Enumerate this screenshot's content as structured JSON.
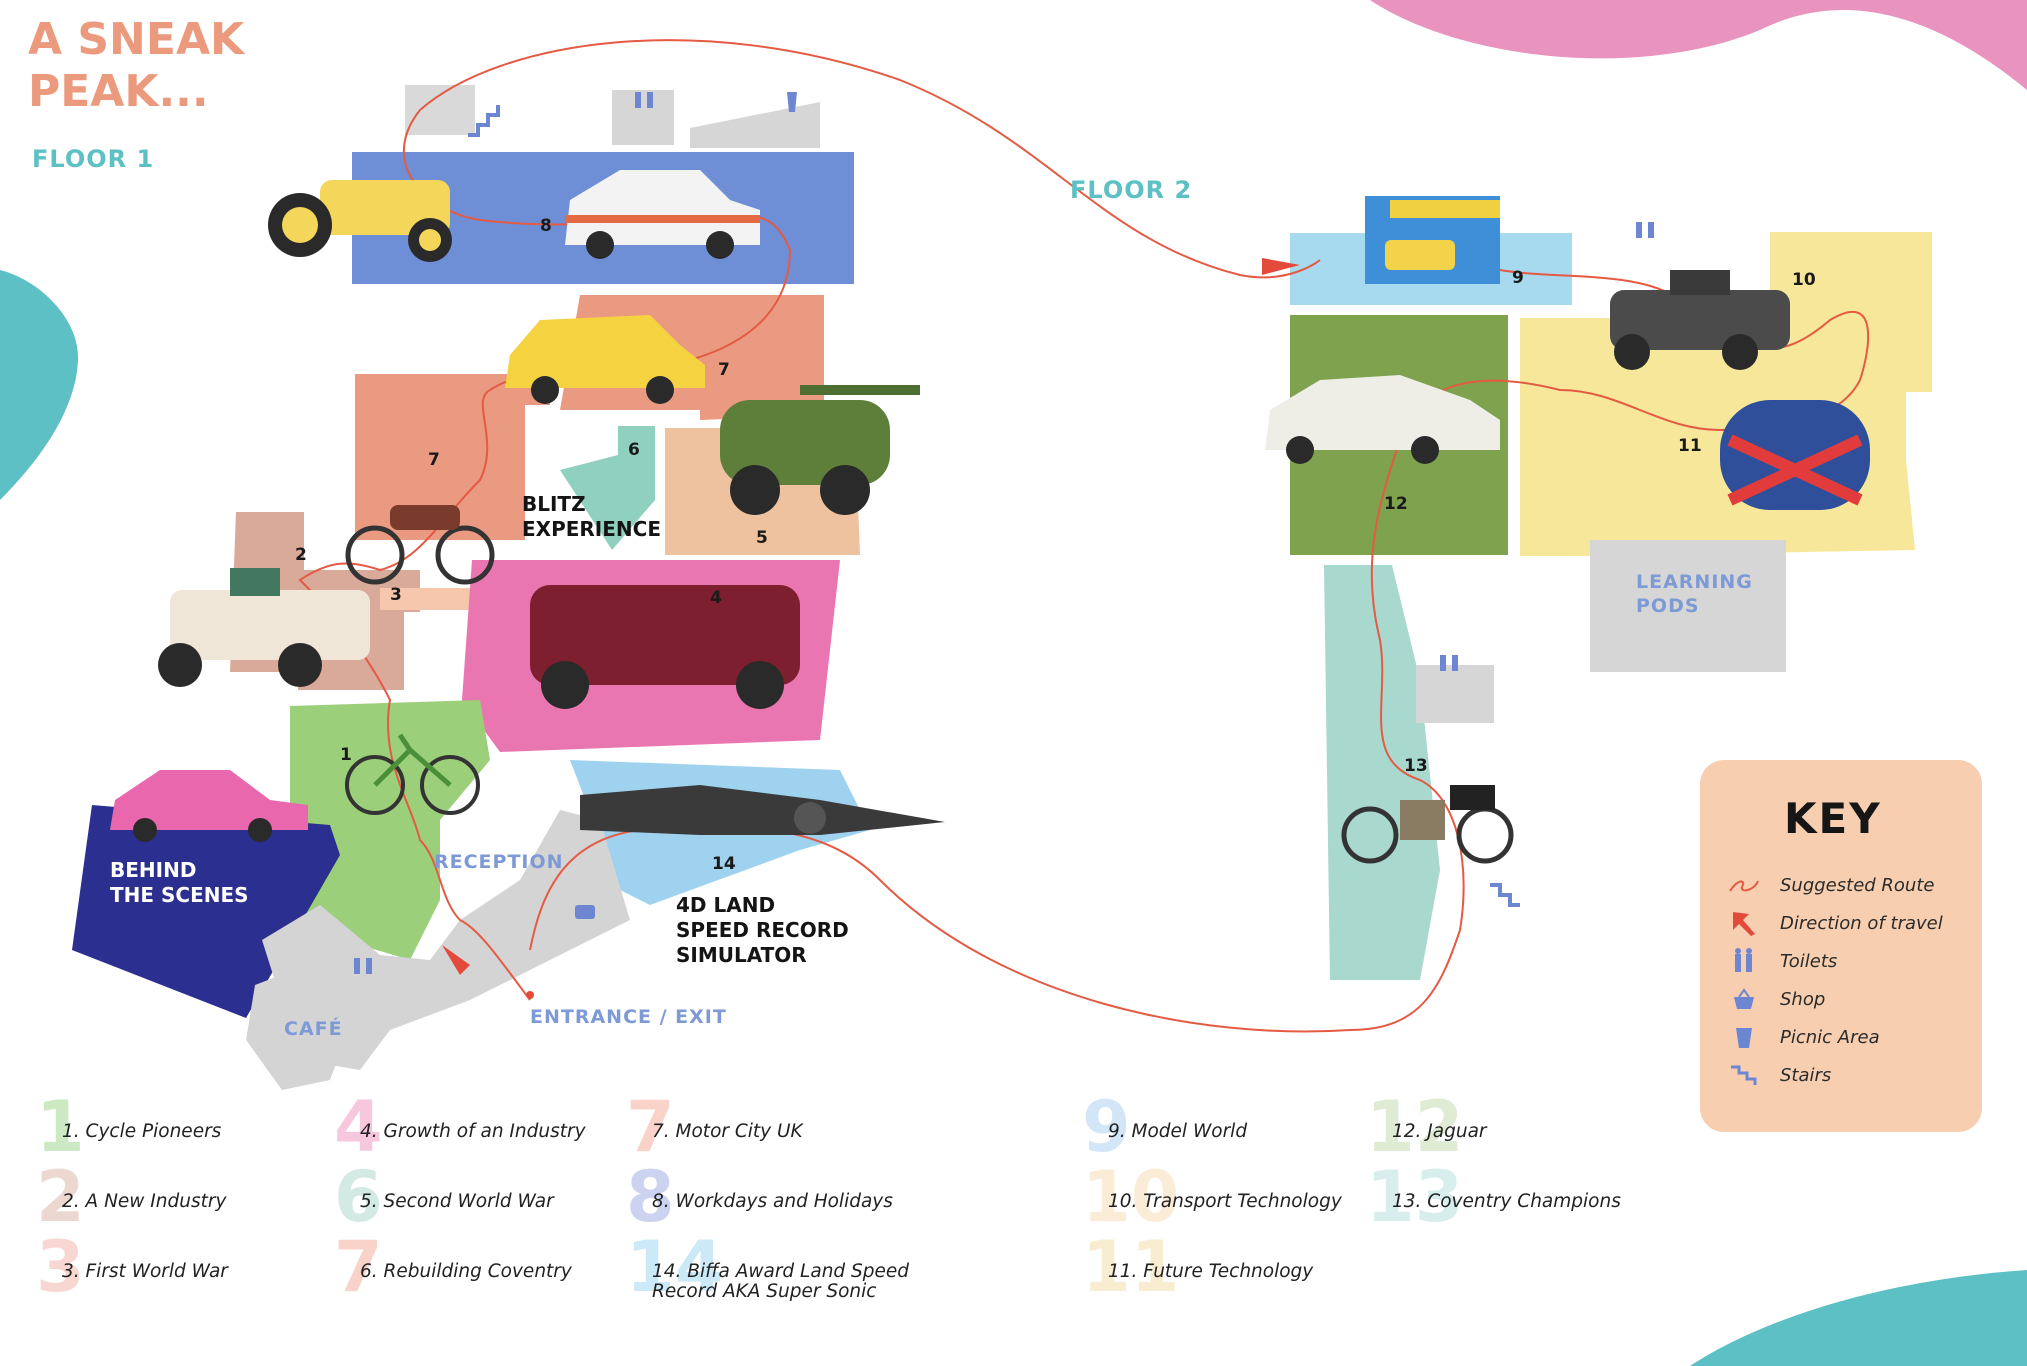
{
  "title": "A SNEAK\nPEAK...",
  "floors": {
    "floor1": "FLOOR 1",
    "floor2": "FLOOR 2"
  },
  "areas": {
    "blitz": "BLITZ\nEXPERIENCE",
    "behind": "BEHIND\nTHE SCENES",
    "reception": "RECEPTION",
    "cafe": "CAFÉ",
    "entrance": "ENTRANCE / EXIT",
    "simulator": "4D LAND\nSPEED RECORD\nSIMULATOR",
    "learning": "LEARNING\nPODS"
  },
  "zone_numbers": [
    "1",
    "2",
    "3",
    "4",
    "5",
    "6",
    "7",
    "7",
    "8",
    "9",
    "10",
    "11",
    "12",
    "13",
    "14"
  ],
  "key": {
    "title": "KEY",
    "items": [
      {
        "label": "Suggested Route",
        "icon": "route-icon"
      },
      {
        "label": "Direction of travel",
        "icon": "arrow-icon"
      },
      {
        "label": "Toilets",
        "icon": "toilets-icon"
      },
      {
        "label": "Shop",
        "icon": "basket-icon"
      },
      {
        "label": "Picnic Area",
        "icon": "cup-icon"
      },
      {
        "label": "Stairs",
        "icon": "stairs-icon"
      }
    ]
  },
  "legend": [
    {
      "num": "1",
      "label": "1. Cycle Pioneers",
      "color": "#8fcf7c"
    },
    {
      "num": "2",
      "label": "2. A New Industry",
      "color": "#d6a99b"
    },
    {
      "num": "3",
      "label": "3. First World War",
      "color": "#f0a8a0"
    },
    {
      "num": "4",
      "label": "4. Growth of an Industry",
      "color": "#ec84b4"
    },
    {
      "num": "6",
      "label": "5. Second World War",
      "color": "#9fcfc3"
    },
    {
      "num": "7",
      "label": "6. Rebuilding Coventry",
      "color": "#f3a08c"
    },
    {
      "num": "7",
      "label": "7. Motor City UK",
      "color": "#f3a08c"
    },
    {
      "num": "8",
      "label": "8. Workdays and Holidays",
      "color": "#8d9ee0"
    },
    {
      "num": "14",
      "label": "14. Biffa Award Land Speed\nRecord AKA Super Sonic",
      "color": "#8fd0ee"
    },
    {
      "num": "9",
      "label": "9. Model World",
      "color": "#9fc8f0"
    },
    {
      "num": "10",
      "label": "10. Transport Technology",
      "color": "#f7d7a8"
    },
    {
      "num": "11",
      "label": "11. Future Technology",
      "color": "#f0d79a"
    },
    {
      "num": "12",
      "label": "12. Jaguar",
      "color": "#b9d4a0"
    },
    {
      "num": "13",
      "label": "13. Coventry Champions",
      "color": "#a7dbd6"
    }
  ],
  "colors": {
    "salmon": "#ec9a7e",
    "teal": "#5cc0c4",
    "route": "#e45a43",
    "blue_zone": "#6e8fd6",
    "green_zone": "#9ccf7a",
    "pink_zone": "#ea76b1",
    "navy": "#2b2f8f",
    "yellow_zone": "#f6e79a",
    "olive": "#7da552",
    "mint": "#a9d8cf"
  }
}
